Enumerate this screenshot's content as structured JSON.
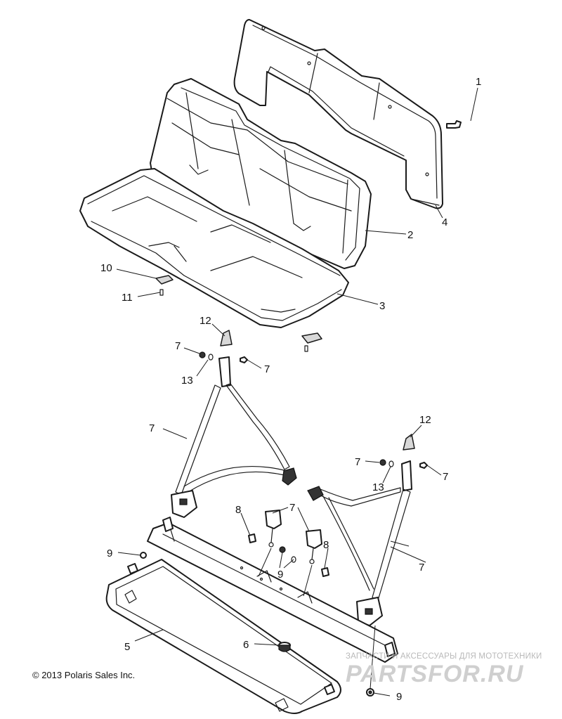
{
  "diagram": {
    "callouts": [
      {
        "key": "c1",
        "label": "1"
      },
      {
        "key": "c2",
        "label": "2"
      },
      {
        "key": "c3",
        "label": "3"
      },
      {
        "key": "c4",
        "label": "4"
      },
      {
        "key": "c5",
        "label": "5"
      },
      {
        "key": "c6",
        "label": "6"
      },
      {
        "key": "c7a",
        "label": "7"
      },
      {
        "key": "c7b",
        "label": "7"
      },
      {
        "key": "c7c",
        "label": "7"
      },
      {
        "key": "c7d",
        "label": "7"
      },
      {
        "key": "c7e",
        "label": "7"
      },
      {
        "key": "c7f",
        "label": "7"
      },
      {
        "key": "c7g",
        "label": "7"
      },
      {
        "key": "c8a",
        "label": "8"
      },
      {
        "key": "c8b",
        "label": "8"
      },
      {
        "key": "c9a",
        "label": "9"
      },
      {
        "key": "c9b",
        "label": "9"
      },
      {
        "key": "c9c",
        "label": "9"
      },
      {
        "key": "c10",
        "label": "10"
      },
      {
        "key": "c11",
        "label": "11"
      },
      {
        "key": "c12a",
        "label": "12"
      },
      {
        "key": "c12b",
        "label": "12"
      },
      {
        "key": "c13a",
        "label": "13"
      },
      {
        "key": "c13b",
        "label": "13"
      }
    ]
  },
  "footer": {
    "copyright": "© 2013 Polaris Sales Inc."
  },
  "watermark": {
    "subtitle": "ЗАПЧАСТИ И АКСЕССУАРЫ ДЛЯ МОТОТЕХНИКИ",
    "brand": "PARTSFOR.RU"
  }
}
